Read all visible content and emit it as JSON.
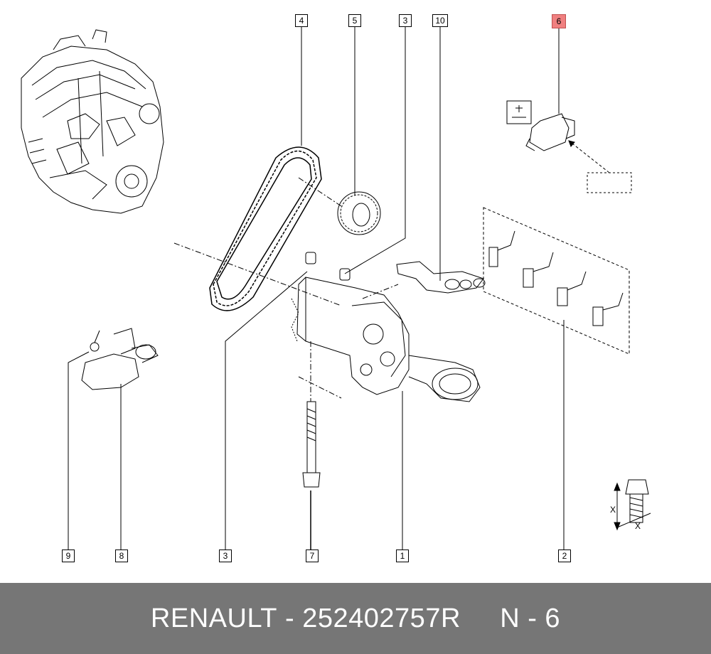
{
  "callouts": {
    "c1": "1",
    "c2": "2",
    "c3_top": "3",
    "c3_bottom": "3",
    "c4": "4",
    "c5": "5",
    "c6": "6",
    "c7": "7",
    "c8": "8",
    "c9": "9",
    "c10": "10"
  },
  "dimension_label": "X",
  "footer": {
    "brand": "RENAULT",
    "sep": " - ",
    "part_number": "252402757R",
    "gap": "     ",
    "ref": "N - 6"
  },
  "colors": {
    "highlight": "#f08080",
    "footer_bg": "#767676"
  }
}
